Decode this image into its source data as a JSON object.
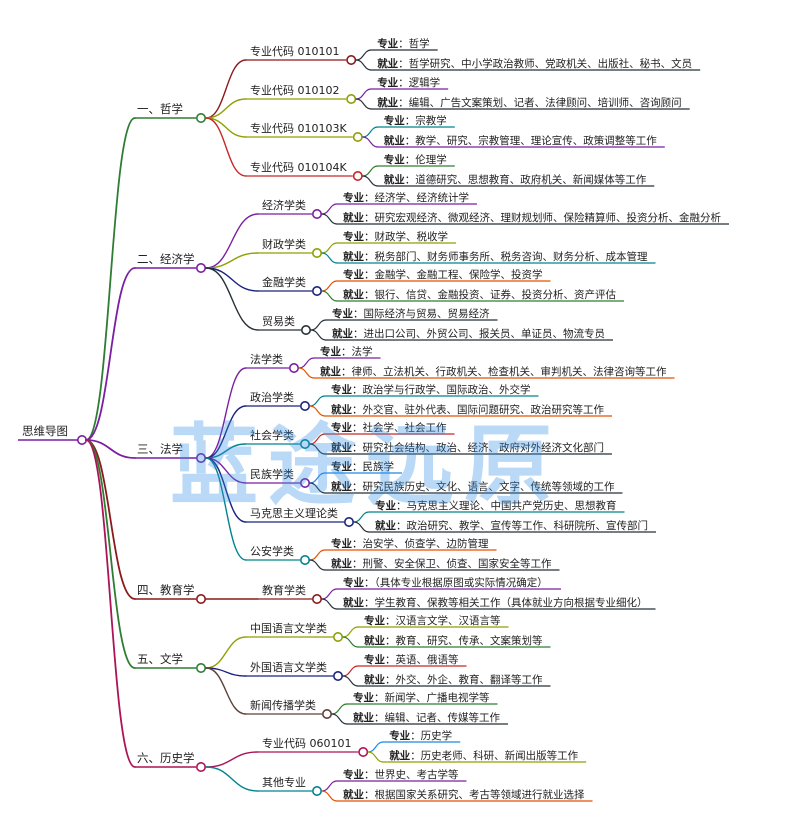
{
  "root": "思维导图",
  "watermark": "蓝途远原",
  "colors": {
    "purple": "#7b1fa2",
    "green": "#2e7d32",
    "olive": "#8fa000",
    "red": "#c62828",
    "darkred": "#8b1a1a",
    "blue": "#1e88e5",
    "navy": "#1a237e",
    "teal": "#00838f",
    "orange": "#e65100",
    "magenta": "#ad1457",
    "dark": "#263238",
    "brown": "#5d4037"
  },
  "disciplines": [
    {
      "name": "一、哲学",
      "children": [
        {
          "name": "专业代码 010101",
          "major": "哲学",
          "job": "哲学研究、中小学政治教师、党政机关、出版社、秘书、文员"
        },
        {
          "name": "专业代码 010102",
          "major": "逻辑学",
          "job": "编辑、广告文案策划、记者、法律顾问、培训师、咨询顾问"
        },
        {
          "name": "专业代码 010103K",
          "major": "宗教学",
          "job": "教学、研究、宗教管理、理论宣传、政策调整等工作"
        },
        {
          "name": "专业代码 010104K",
          "major": "伦理学",
          "job": "道德研究、思想教育、政府机关、新闻媒体等工作"
        }
      ]
    },
    {
      "name": "二、经济学",
      "children": [
        {
          "name": "经济学类",
          "major": "经济学、经济统计学",
          "job": "研究宏观经济、微观经济、理财规划师、保险精算师、投资分析、金融分析"
        },
        {
          "name": "财政学类",
          "major": "财政学、税收学",
          "job": "税务部门、财务师事务所、税务咨询、财务分析、成本管理"
        },
        {
          "name": "金融学类",
          "major": "金融学、金融工程、保险学、投资学",
          "job": "银行、信贷、金融投资、证券、投资分析、资产评估"
        },
        {
          "name": "贸易类",
          "major": "国际经济与贸易、贸易经济",
          "job": "进出口公司、外贸公司、报关员、单证员、物流专员"
        }
      ]
    },
    {
      "name": "三、法学",
      "children": [
        {
          "name": "法学类",
          "major": "法学",
          "job": "律师、立法机关、行政机关、检查机关、审判机关、法律咨询等工作"
        },
        {
          "name": "政治学类",
          "major": "政治学与行政学、国际政治、外交学",
          "job": "外交官、驻外代表、国际问题研究、政治研究等工作"
        },
        {
          "name": "社会学类",
          "major": "社会学、社会工作",
          "job": "研究社会结构、政治、经济、政府对外经济文化部门"
        },
        {
          "name": "民族学类",
          "major": "民族学",
          "job": "研究民族历史、文化、语言、文字、传统等领域的工作"
        },
        {
          "name": "马克思主义理论类",
          "major": "马克思主义理论、中国共产党历史、思想教育",
          "job": "政治研究、教学、宣传等工作、科研院所、宣传部门"
        },
        {
          "name": "公安学类",
          "major": "治安学、侦查学、边防管理",
          "job": "刑警、安全保卫、侦查、国家安全等工作"
        }
      ]
    },
    {
      "name": "四、教育学",
      "children": [
        {
          "name": "教育学类",
          "major": "（具体专业根据原图或实际情况确定）",
          "job": "学生教育、保教等相关工作（具体就业方向根据专业细化）"
        }
      ]
    },
    {
      "name": "五、文学",
      "children": [
        {
          "name": "中国语言文学类",
          "major": "汉语言文学、汉语言等",
          "job": "教育、研究、传承、文案策划等"
        },
        {
          "name": "外国语言文学类",
          "major": "英语、俄语等",
          "job": "外交、外企、教育、翻译等工作"
        },
        {
          "name": "新闻传播学类",
          "major": "新闻学、广播电视学等",
          "job": "编辑、记者、传媒等工作"
        }
      ]
    },
    {
      "name": "六、历史学",
      "children": [
        {
          "name": "专业代码 060101",
          "major": "历史学",
          "job": "历史老师、科研、新闻出版等工作"
        },
        {
          "name": "其他专业",
          "major": "世界史、考古学等",
          "job": "根据国家关系研究、考古等领域进行就业选择"
        }
      ]
    }
  ],
  "labels": {
    "major": "专业",
    "job": "就业",
    "sep": "："
  }
}
